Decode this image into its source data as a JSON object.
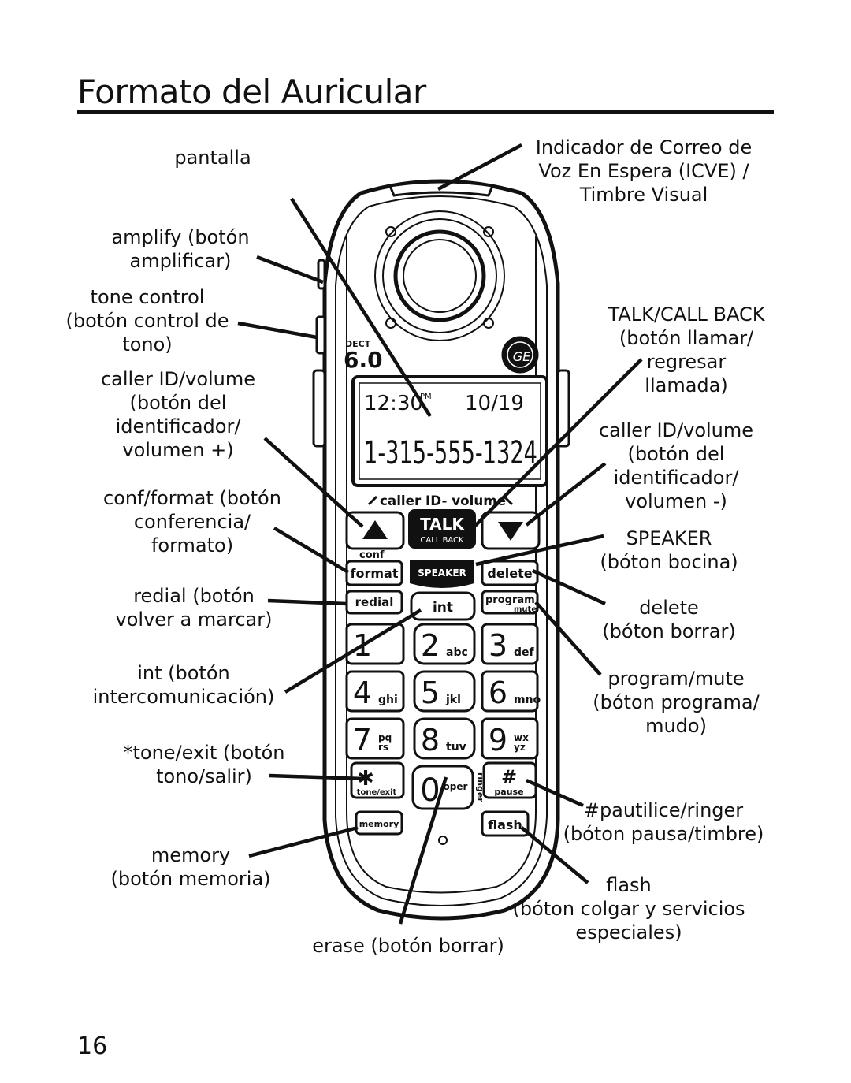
{
  "page": {
    "title": "Formato del Auricular",
    "page_number": "16"
  },
  "labels": {
    "pantalla": "pantalla",
    "amplify": "amplify (botón\namplificar)",
    "tone_control": "tone control\n(botón control de\ntono)",
    "caller_id_up": "caller ID/volume\n(botón del\nidentificador/\nvolumen +)",
    "conf_format": "conf/format (botón\nconferencia/\nformato)",
    "redial": "redial (botón\nvolver a marcar)",
    "int": "int (botón\nintercomunicación)",
    "tone_exit": "*tone/exit (botón\ntono/salir)",
    "memory": "memory\n(botón memoria)",
    "erase": "erase (botón borrar)",
    "icve": "Indicador de Correo de\nVoz En Espera (ICVE) /\nTimbre Visual",
    "talk": "TALK/CALL BACK\n(botón llamar/\nregresar\nllamada)",
    "caller_id_down": "caller ID/volume\n(botón del\nidentificador/\nvolumen -)",
    "speaker": "SPEAKER\n(bóton bocina)",
    "delete": "delete\n(bóton borrar)",
    "program_mute": "program/mute\n(bóton programa/\nmudo)",
    "pause_ringer": "#pautilice/ringer\n(bóton pausa/timbre)",
    "flash": "flash\n(bóton colgar y servicios\nespeciales)"
  },
  "phone": {
    "brand_logo": "GE",
    "dect_badge": "DECT",
    "dect_version": "6.0",
    "lcd_time": "12:30",
    "lcd_ampm": "PM",
    "lcd_date": "10/19",
    "lcd_number": "1-315-555-1324",
    "caller_id_strip": "caller ID- volume",
    "keys": {
      "up_icon": "triangle-up-icon",
      "down_icon": "triangle-down-icon",
      "talk_main": "TALK",
      "talk_sub": "CALL BACK",
      "conf": "conf",
      "format": "format",
      "speaker": "SPEAKER",
      "delete": "delete",
      "redial": "redial",
      "int": "int",
      "program": "program",
      "mute": "mute",
      "digits": [
        {
          "d": "1",
          "s": ""
        },
        {
          "d": "2",
          "s": "abc"
        },
        {
          "d": "3",
          "s": "def"
        },
        {
          "d": "4",
          "s": "ghi"
        },
        {
          "d": "5",
          "s": "jkl"
        },
        {
          "d": "6",
          "s": "mno"
        },
        {
          "d": "7",
          "s": "pq\nrs"
        },
        {
          "d": "8",
          "s": "tuv"
        },
        {
          "d": "9",
          "s": "wx\nyz"
        }
      ],
      "star": "✱",
      "tone_exit": "tone/exit",
      "zero": "0",
      "oper": "oper",
      "ringer": "ringer",
      "hash": "#",
      "pause": "pause",
      "memory": "memory",
      "flash": "flash"
    }
  }
}
